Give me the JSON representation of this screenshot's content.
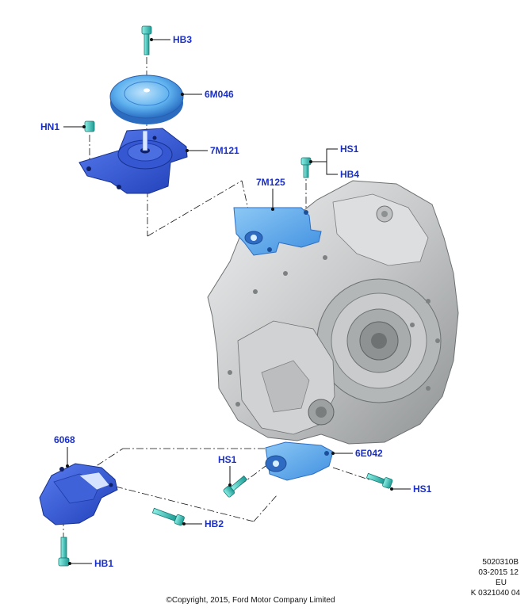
{
  "labels": {
    "hb3": "HB3",
    "m6m046": "6M046",
    "hn1": "HN1",
    "m7m121": "7M121",
    "hs1_top": "HS1",
    "hb4": "HB4",
    "m7m125": "7M125",
    "m6068": "6068",
    "hs1_left": "HS1",
    "m6e042": "6E042",
    "hs1_right": "HS1",
    "hb2": "HB2",
    "hb1": "HB1"
  },
  "meta": {
    "ref": "5020310B",
    "date": "03-2015 12",
    "region": "EU",
    "code": "K 0321040 04"
  },
  "copyright": "©Copyright, 2015, Ford Motor Company Limited",
  "colors": {
    "label": "#1a2fc9",
    "mount_blue": "#2f55d8",
    "mount_light": "#4fa8f0",
    "bolt_cyan": "#3ec9c0",
    "housing_gray": "#c9cbcc"
  }
}
